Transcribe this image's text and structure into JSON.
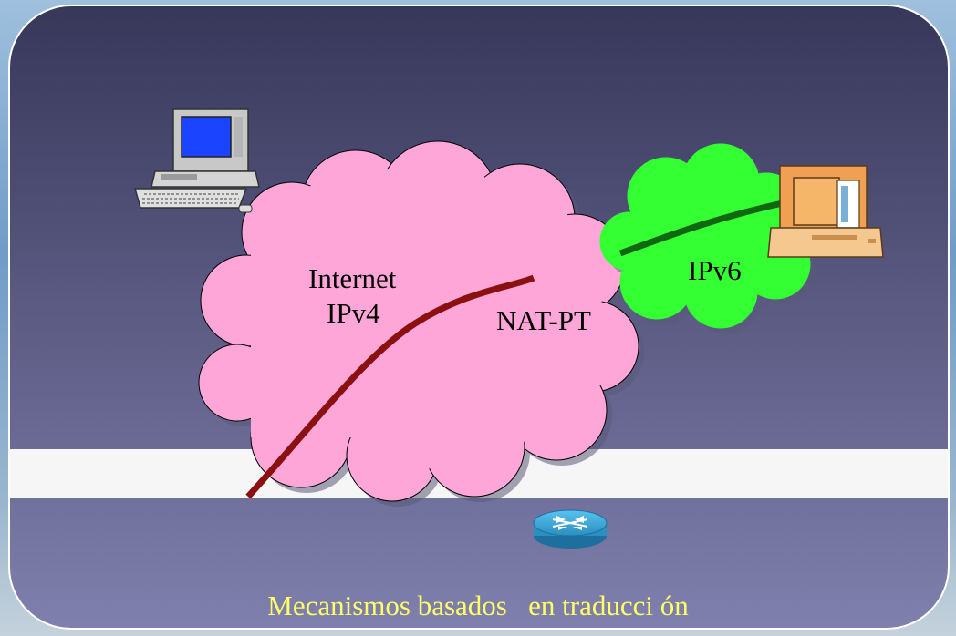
{
  "diagram": {
    "ipv4_cloud": {
      "label_line1": "Internet",
      "label_line2": "IPv4",
      "color": "#ffa6d9"
    },
    "ipv6_cloud": {
      "label": "IPv6",
      "color": "#33ff33"
    },
    "gateway_label": "NAT-PT",
    "caption": "Mecanismos basados   en traducci ón",
    "colors": {
      "panel_top": "#3c3c5a",
      "panel_bottom": "#7a7aa8",
      "ipv4_link": "#8b1111",
      "ipv6_link": "#116611",
      "caption": "#ffff66"
    },
    "icons": {
      "left_host": "desktop-computer-icon",
      "right_host": "ipv6-computer-icon",
      "router": "router-icon"
    }
  }
}
